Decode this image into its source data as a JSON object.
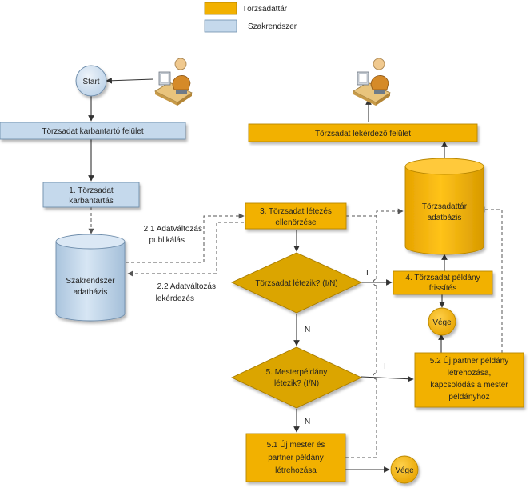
{
  "legend": {
    "master": {
      "label": "Törzsadattár",
      "color": "#f2b100"
    },
    "system": {
      "label": "Szakrendszer",
      "color": "#c5d9ec"
    }
  },
  "colors": {
    "master_fill": "#f2b100",
    "master_stroke": "#b98700",
    "system_fill": "#c5d9ec",
    "system_stroke": "#6f8eac",
    "decision_fill": "#dba500",
    "circle_fill": "#f2b100",
    "start_fill": "#d7e5f3",
    "line": "#333333",
    "dashed": "#555555"
  },
  "nodes": {
    "start": "Start",
    "maint_ui": "Törzsadat karbantartó felület",
    "query_ui": "Törzsadat lekérdező felület",
    "step1": [
      "1. Törzsadat",
      "karbantartás"
    ],
    "sys_db": [
      "Szakrendszer",
      "adatbázis"
    ],
    "master_db": [
      "Törzsadattár",
      "adatbázis"
    ],
    "step3": [
      "3. Törzsadat létezés",
      "ellenörzése"
    ],
    "dec_exists": "Törzsadat létezik? (I/N)",
    "step4": [
      "4. Törzsadat példány",
      "frissítés"
    ],
    "end1": "Vége",
    "dec_master": [
      "5. Mesterpéldány",
      "létezik? (I/N)"
    ],
    "step52": [
      "5.2 Új partner példány",
      "létrehozása,",
      "kapcsolódás a mester",
      "példányhoz"
    ],
    "step51": [
      "5.1 Új mester és",
      "partner példány",
      "létrehozása"
    ],
    "end2": "Vége"
  },
  "edges": {
    "publish": [
      "2.1 Adatváltozás",
      "publikálás"
    ],
    "fetch": [
      "2.2 Adatváltozás",
      "lekérdezés"
    ],
    "yes1": "I",
    "no1": "N",
    "yes2": "I",
    "no2": "N"
  },
  "icons": {
    "user_left": "user-at-desk-icon",
    "user_right": "user-at-desk-icon"
  }
}
